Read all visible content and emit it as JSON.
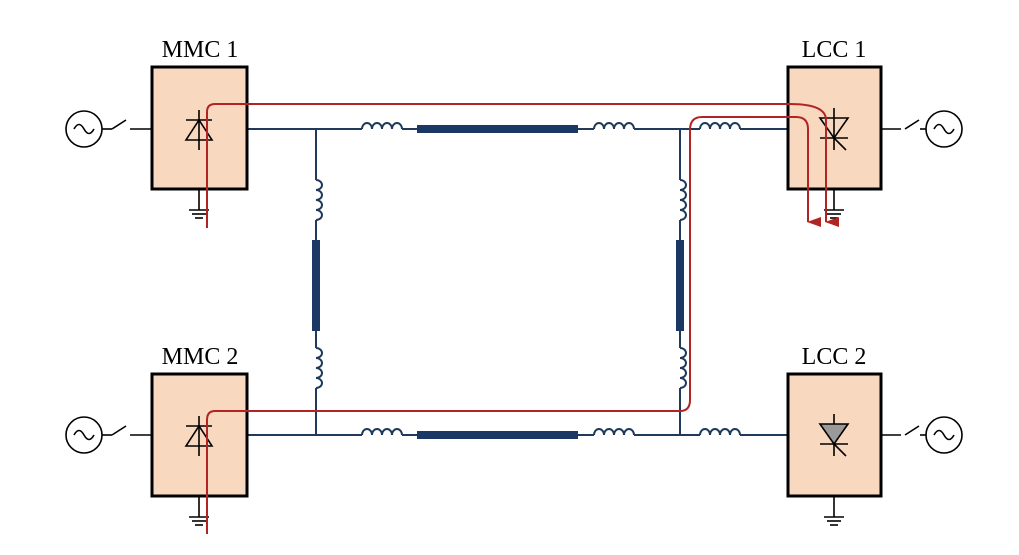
{
  "labels": {
    "mmc1": "MMC 1",
    "mmc2": "MMC 2",
    "lcc1": "LCC 1",
    "lcc2": "LCC 2"
  },
  "colors": {
    "converter_fill": "#f8d8bf",
    "cable": "#1b3763",
    "wire": "#1f3a5a",
    "fault_current": "#b22424",
    "lcc2_thyristor": "#9a9a9a"
  },
  "icons": {
    "ac_source": "ac-source-icon",
    "breaker": "breaker-switch-icon",
    "ground": "ground-icon",
    "diode": "diode-icon",
    "thyristor": "thyristor-icon",
    "inductor": "inductor-icon",
    "cable": "dc-cable-icon",
    "arrow": "arrow-down-icon"
  }
}
